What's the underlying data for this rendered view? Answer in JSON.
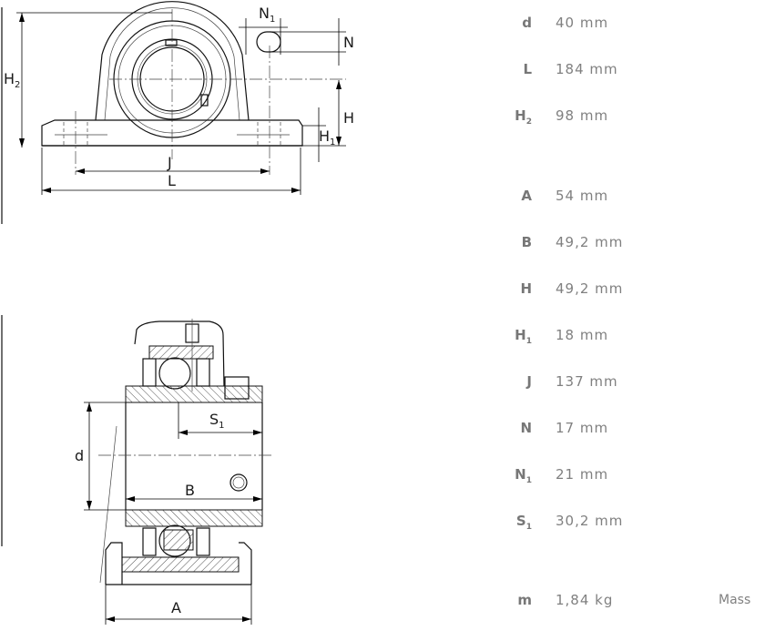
{
  "drawing_labels": {
    "top": {
      "H2_main": "H",
      "H2_sub": "2",
      "N1_main": "N",
      "N1_sub": "1",
      "N": "N",
      "H": "H",
      "H1_main": "H",
      "H1_sub": "1",
      "J": "J",
      "L": "L"
    },
    "section": {
      "S1_main": "S",
      "S1_sub": "1",
      "d": "d",
      "B": "B",
      "A": "A"
    }
  },
  "specs": [
    {
      "sym": "d",
      "sub": "",
      "value": "40 mm"
    },
    {
      "sym": "L",
      "sub": "",
      "value": "184 mm"
    },
    {
      "sym": "H",
      "sub": "2",
      "value": "98 mm"
    },
    {
      "sym": "A",
      "sub": "",
      "value": "54 mm"
    },
    {
      "sym": "B",
      "sub": "",
      "value": "49,2 mm"
    },
    {
      "sym": "H",
      "sub": "",
      "value": "49,2 mm"
    },
    {
      "sym": "H",
      "sub": "1",
      "value": "18 mm"
    },
    {
      "sym": "J",
      "sub": "",
      "value": "137 mm"
    },
    {
      "sym": "N",
      "sub": "",
      "value": "17 mm"
    },
    {
      "sym": "N",
      "sub": "1",
      "value": "21 mm"
    },
    {
      "sym": "S",
      "sub": "1",
      "value": "30,2 mm"
    },
    {
      "sym": "m",
      "sub": "",
      "value": "1,84 kg"
    }
  ],
  "mass_label": "Mass",
  "colors": {
    "line": "#111111",
    "hatch": "#555555",
    "text_grey": "#808080"
  }
}
